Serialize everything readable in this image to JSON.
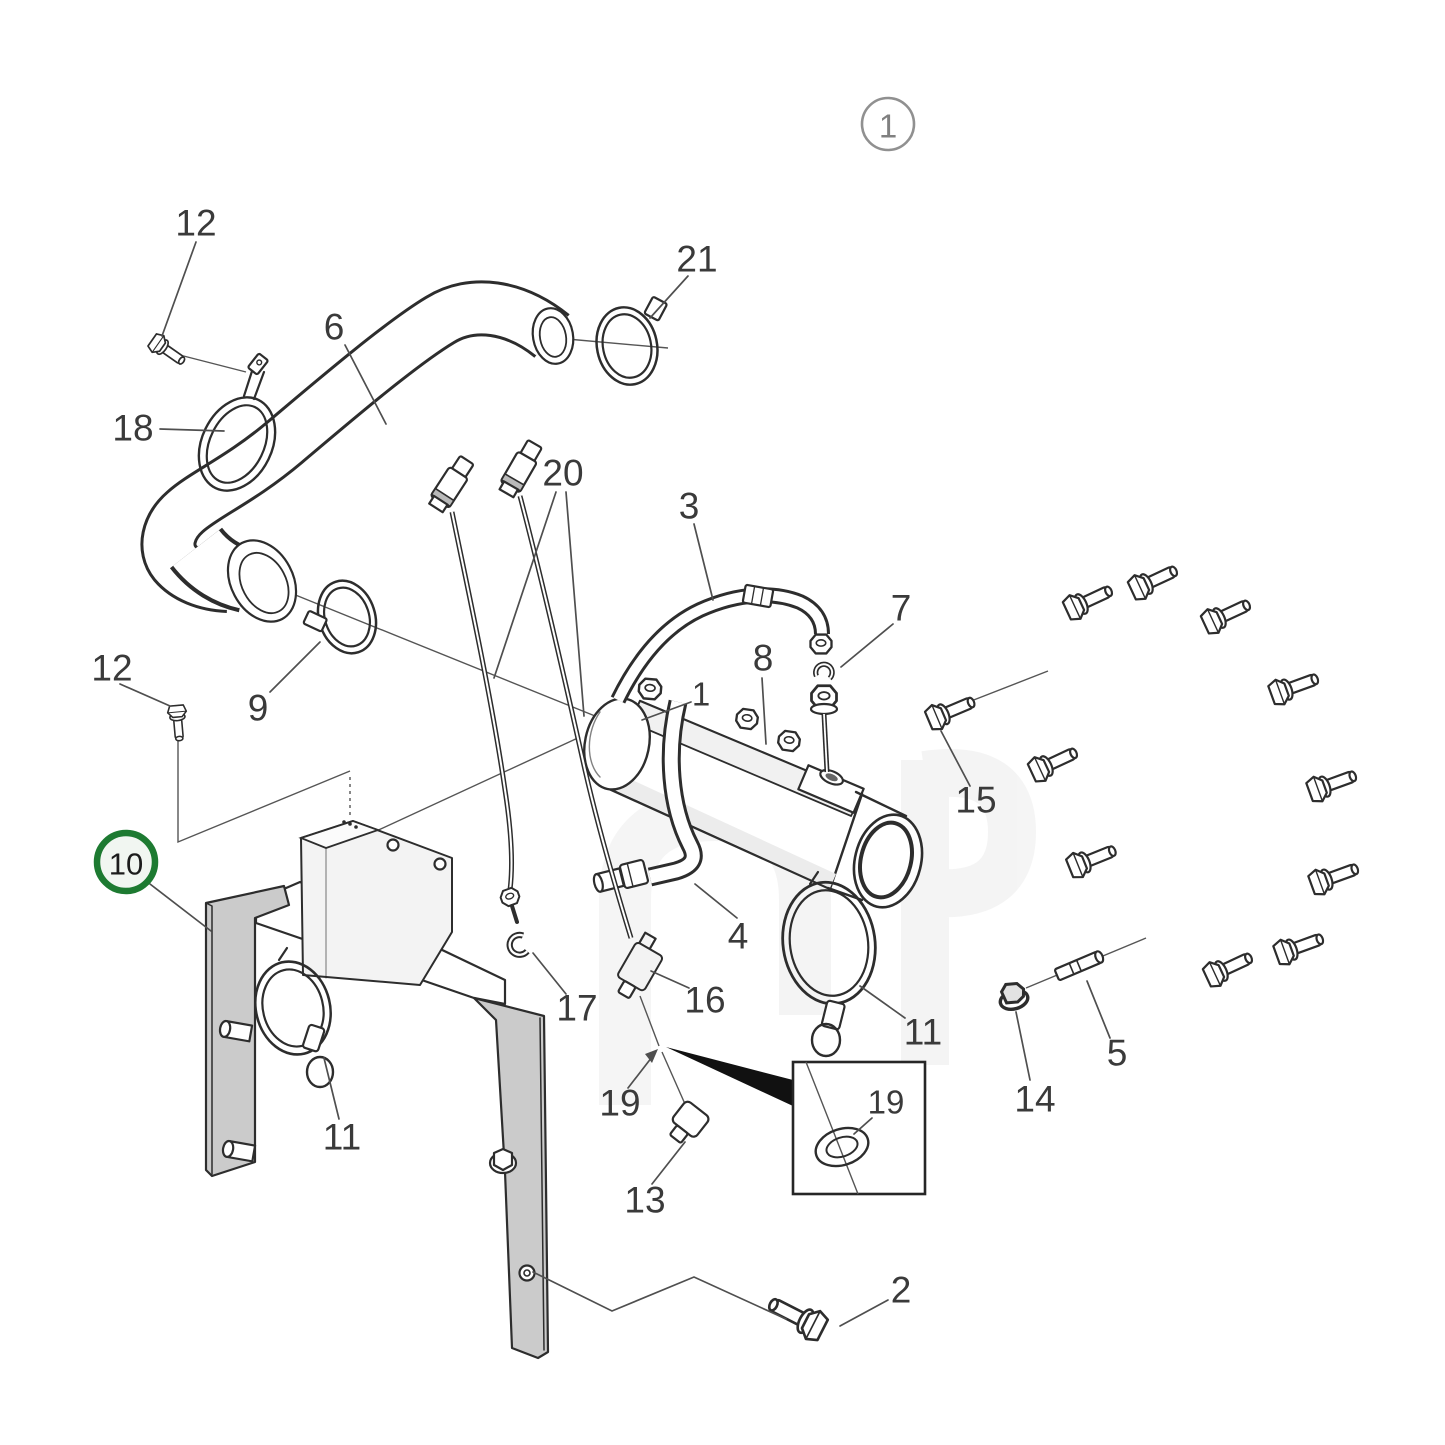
{
  "diagram": {
    "kind": "exploded-parts-diagram",
    "assembly_reference": "1",
    "highlighted_part": "10",
    "colors": {
      "line": "#2d2d2d",
      "leader": "#4f4f4f",
      "highlight_ring": "#1d7a31",
      "highlight_fill": "#f1f6f1",
      "reference_circle": "#909090",
      "bracket_shade": "#cbcbcb",
      "background": "#ffffff"
    },
    "callouts": {
      "ref1": "1",
      "t12a": "12",
      "t6": "6",
      "t21": "21",
      "t18": "18",
      "t20": "20",
      "t3": "3",
      "t12b": "12",
      "t9": "9",
      "t7": "7",
      "t8": "8",
      "t1b": "1",
      "t15": "15",
      "t10": "10",
      "t4": "4",
      "t17": "17",
      "t16": "16",
      "t11r": "11",
      "t11l": "11",
      "t19a": "19",
      "t13": "13",
      "t19b": "19",
      "t14": "14",
      "t5": "5",
      "t2": "2"
    }
  }
}
